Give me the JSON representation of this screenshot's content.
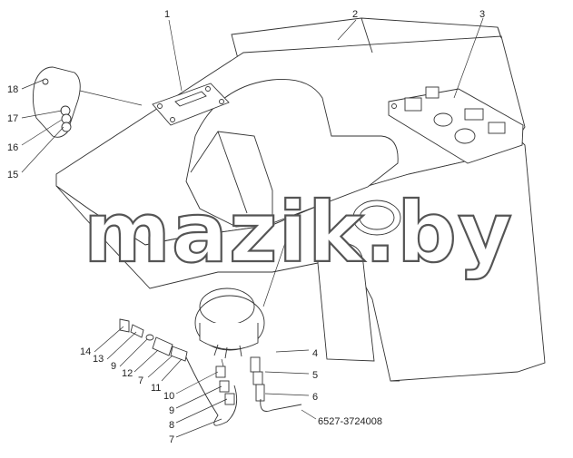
{
  "watermark": "mazik.by",
  "part_code": "6527-3724008",
  "callouts": [
    "1",
    "2",
    "3",
    "4",
    "5",
    "6",
    "7",
    "7",
    "8",
    "9",
    "9",
    "10",
    "11",
    "12",
    "13",
    "14",
    "15",
    "16",
    "17",
    "18"
  ]
}
